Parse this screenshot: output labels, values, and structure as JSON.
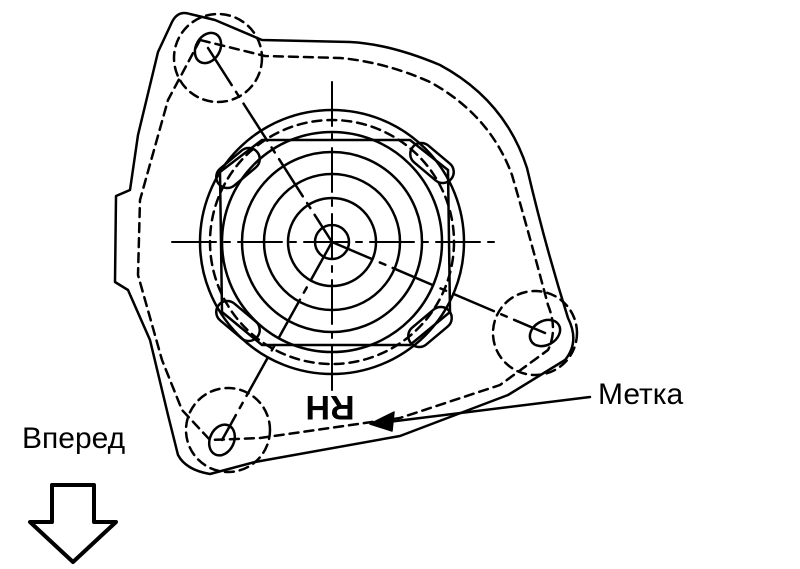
{
  "labels": {
    "mark": "Метка",
    "forward": "Вперед",
    "side_marking": "RH"
  },
  "colors": {
    "ink": "#000000",
    "background": "#ffffff"
  },
  "icons": {
    "direction": "arrow-down-outline-icon"
  }
}
